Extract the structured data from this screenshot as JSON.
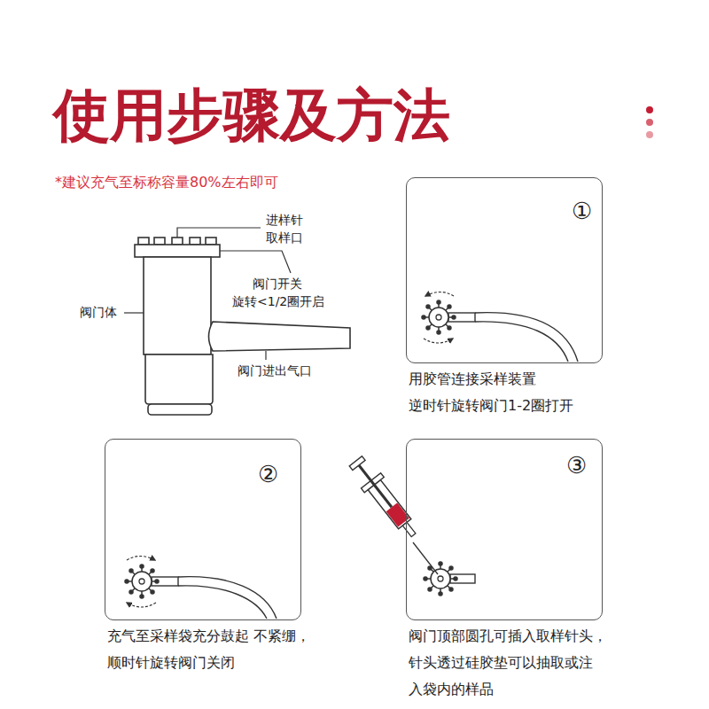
{
  "diagram": {
    "title": "使用步骤及方法",
    "nodes": [
      {
        "text": [
          "①",
          "用胶管连接采样装置 逆时针旋转阀门1-2圈打开"
        ]
      },
      {
        "text": [
          "②",
          "充气至采样袋充分鼓起 不紧绷，顺时针旋转阀门关闭"
        ]
      },
      {
        "text": [
          "③",
          "阀门顶部圆孔可插入取样针头， 针头透过硅胶垫可以抽取或注 入袋内的样品"
        ]
      }
    ],
    "labels": [
      "*建议充气至标称容量80%左右即可",
      "进样针",
      "取样口",
      "阀门开关",
      "旋转<1/2圈开启",
      "阀门体",
      "阀门进出气口"
    ]
  }
}
